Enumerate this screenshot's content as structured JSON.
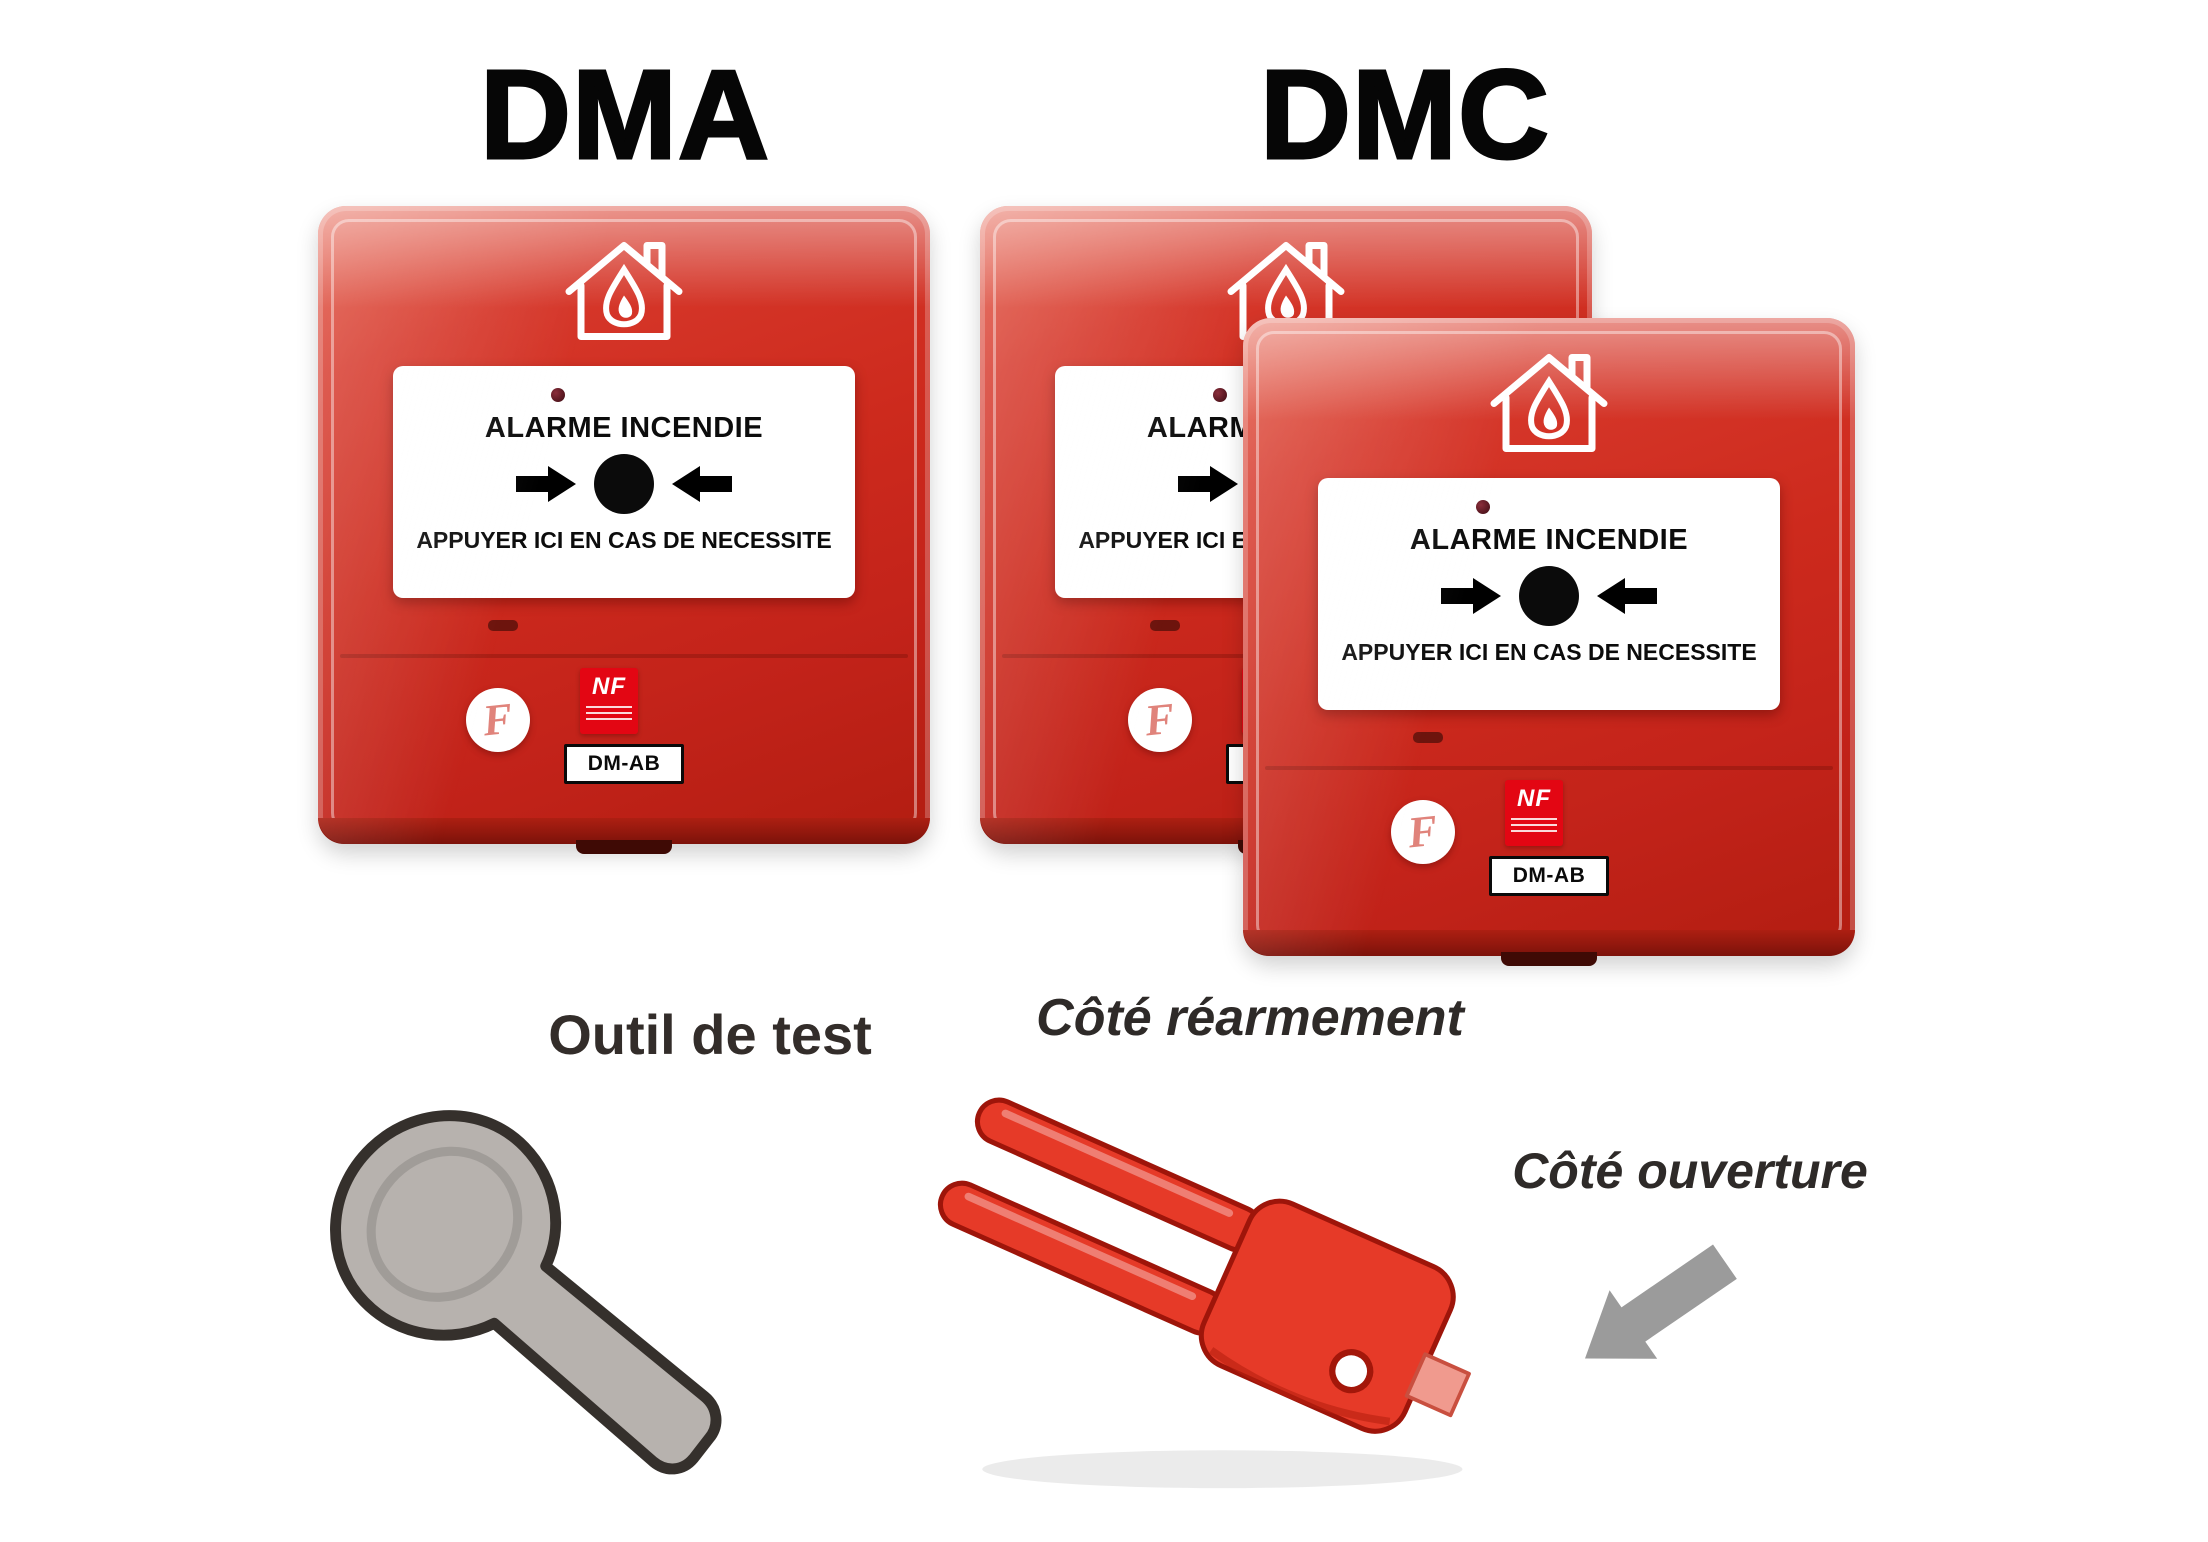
{
  "headings": {
    "dma": "DMA",
    "dmc": "DMC"
  },
  "device": {
    "alarm_title": "ALARME INCENDIE",
    "alarm_instruction": "APPUYER ICI EN CAS DE NECESSITE",
    "model_label": "DM-AB",
    "nf_mark": "NF",
    "brand_initial": "F"
  },
  "tools": {
    "test_tool_label": "Outil de test",
    "rearm_side_label": "Côté réarmement",
    "opening_side_label": "Côté ouverture"
  },
  "colors": {
    "device_red": "#cd2a1d",
    "device_red_dark": "#7c120a",
    "nf_logo_red": "#e30613",
    "label_white": "#ffffff",
    "text_black": "#0c0c0c",
    "heading_black": "#060606",
    "caption_dark": "#2e2a28",
    "test_tool_gray": "#b7b2ae",
    "fork_tool_red": "#e63a28",
    "arrow_gray": "#9b9b9b"
  },
  "icons": {
    "house_fire": "house-fire-icon",
    "led": "led-indicator",
    "press_indicator": [
      "arrow-right-icon",
      "press-circle",
      "arrow-left-icon"
    ],
    "test_tool": "test-key-tool",
    "fork_tool": "reset-fork-tool",
    "pointer_arrow": "gray-pointer-arrow"
  }
}
